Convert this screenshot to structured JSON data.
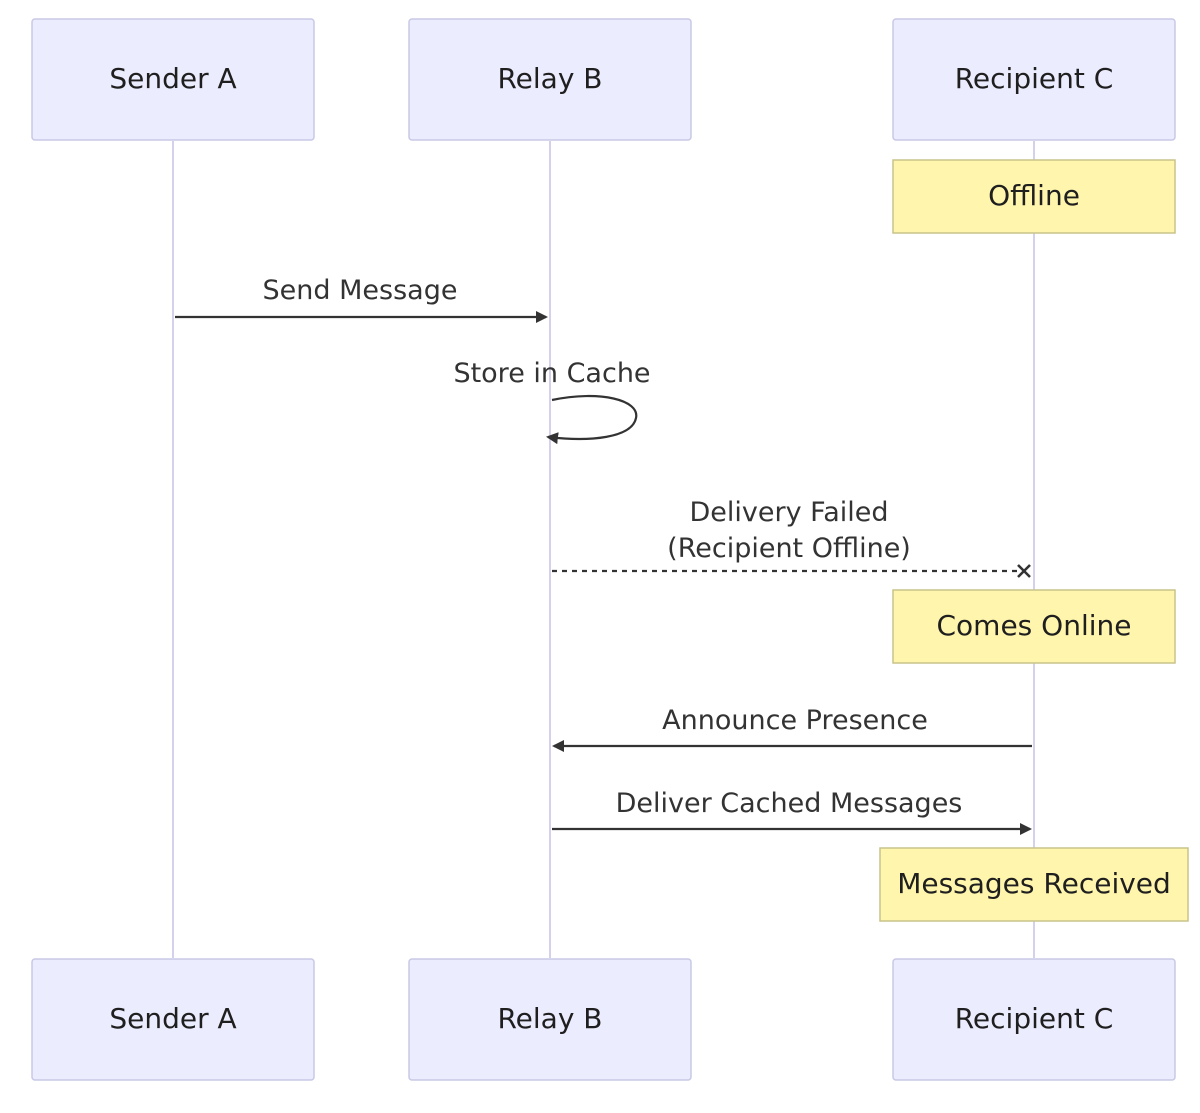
{
  "actors": [
    {
      "id": "a",
      "label": "Sender A"
    },
    {
      "id": "b",
      "label": "Relay B"
    },
    {
      "id": "c",
      "label": "Recipient C"
    }
  ],
  "notes": {
    "offline": "Offline",
    "comes_online": "Comes Online",
    "messages_received": "Messages Received"
  },
  "messages": {
    "send_message": "Send Message",
    "store_in_cache": "Store in Cache",
    "delivery_failed_line1": "Delivery Failed",
    "delivery_failed_line2": "(Recipient Offline)",
    "announce_presence": "Announce Presence",
    "deliver_cached_messages": "Deliver Cached Messages"
  },
  "colors": {
    "actor_fill": "#ececff",
    "actor_stroke": "#c8c8e6",
    "note_fill": "#fff5ad",
    "note_stroke": "#c9c38a",
    "lifeline": "#c6c2e6",
    "arrow": "#333333"
  }
}
